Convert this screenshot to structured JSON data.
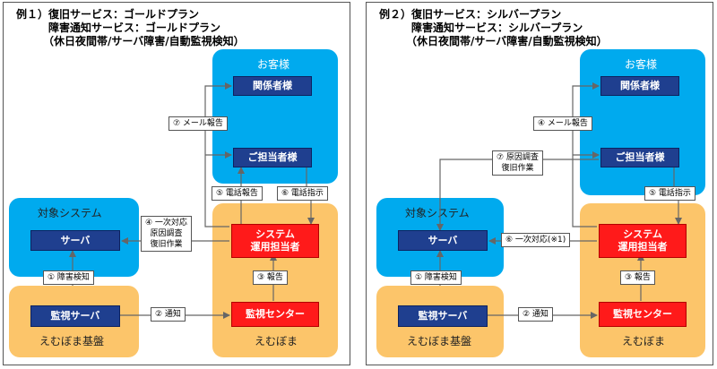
{
  "diagrams": [
    {
      "heading": [
        "例１）復旧サービス：ゴールドプラン",
        "　　　障害通知サービス：ゴールドプラン",
        "　　　（休日夜間帯/サーバ障害/自動監視検知）"
      ],
      "customer": {
        "title": "お客様",
        "contacts": "関係者様",
        "person_in_charge": "ご担当者様"
      },
      "target": {
        "title": "対象システム",
        "server": "サーバ"
      },
      "embot": {
        "title": "えむぼま",
        "operator": [
          "システム",
          "運用担当者"
        ],
        "center": "監視センター"
      },
      "platform": {
        "title": "えむぼま基盤",
        "monitor": "監視サーバ"
      },
      "steps": {
        "s1": "① 障害検知",
        "s2": "② 通知",
        "s3": "③ 報告",
        "s4": "④ 一次対応\n原因調査\n復旧作業",
        "s5": "⑤ 電話報告",
        "s6": "⑥ 電話指示",
        "s7": "⑦ メール報告"
      }
    },
    {
      "heading": [
        "例２）復旧サービス：シルバープラン",
        "　　　障害通知サービス：シルバープラン",
        "　　　（休日夜間帯/サーバ障害/自動監視検知）"
      ],
      "customer": {
        "title": "お客様",
        "contacts": "関係者様",
        "person_in_charge": "ご担当者様"
      },
      "target": {
        "title": "対象システム",
        "server": "サーバ"
      },
      "embot": {
        "title": "えむぼま",
        "operator": [
          "システム",
          "運用担当者"
        ],
        "center": "監視センター"
      },
      "platform": {
        "title": "えむぼま基盤",
        "monitor": "監視サーバ"
      },
      "steps": {
        "s1": "① 障害検知",
        "s2": "② 通知",
        "s3": "③ 報告",
        "s4": "④ メール報告",
        "s5": "⑤ 電話指示",
        "s6": "⑥ 一次対応(※1)",
        "s7": "⑦ 原因調査\n復旧作業"
      }
    }
  ],
  "colors": {
    "blue_region": "#00aaee",
    "orange_region": "#fcc56a",
    "navy_box": "#1f3f8f",
    "red_box": "#ff1a1a"
  }
}
